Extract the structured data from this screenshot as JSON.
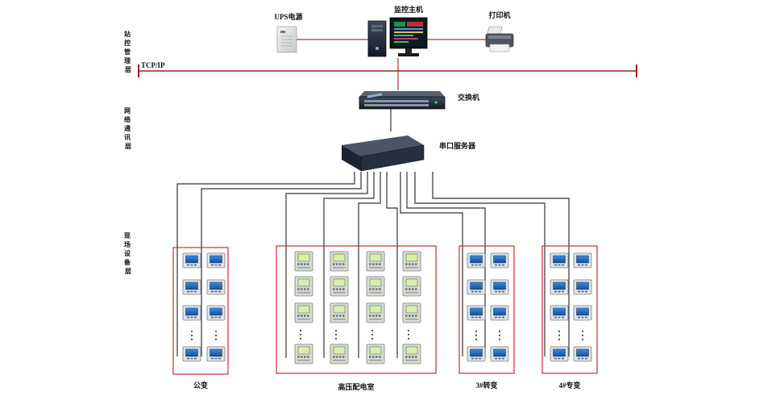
{
  "devices": {
    "ups": "UPS电源",
    "host": "监控主机",
    "printer": "打印机",
    "switch": "交换机",
    "serial_server": "串口服务器"
  },
  "bus_label": "TCP/IP",
  "layers": {
    "station": [
      "站",
      "控",
      "管",
      "理",
      "层"
    ],
    "network": [
      "网",
      "络",
      "通",
      "讯",
      "层"
    ],
    "field": [
      "现",
      "场",
      "设",
      "备",
      "层"
    ]
  },
  "groups": {
    "gongbian": "公变",
    "hv_room": "高压配电室",
    "t3": "3#转变",
    "t4": "4#专变"
  },
  "colors": {
    "group_border": "#d42a2a",
    "bus_line": "#a01e1e",
    "uplink_line": "#b03030",
    "wire": "#333333"
  }
}
